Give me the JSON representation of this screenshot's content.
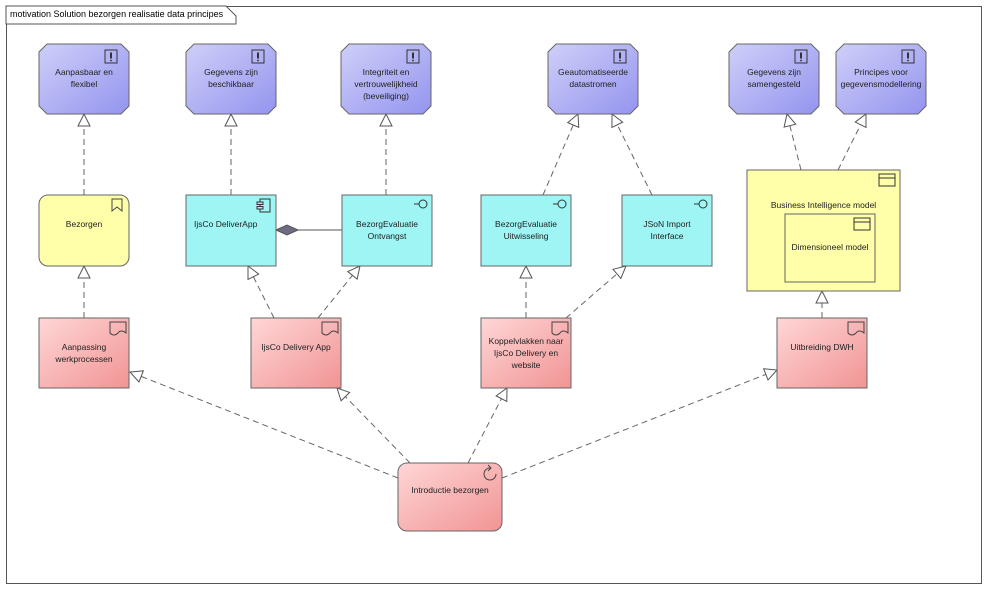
{
  "diagram": {
    "title": "motivation Solution bezorgen realisatie data principes"
  },
  "colors": {
    "principle_fill_start": "#c8c8f8",
    "principle_fill_end": "#9a9af0",
    "work_package_fill_start": "#ffcccc",
    "work_package_fill_end": "#f29a9a",
    "app_fill": "#9ff4f4",
    "goal_fill": "#ffffaa",
    "line": "#555555"
  },
  "principles": {
    "aanpasbaar": "Aanpasbaar en\nflexibel",
    "gegevens_beschikbaar": "Gegevens zijn\nbeschikbaar",
    "integriteit": "Integriteit en\nvertrouwelijkheid\n(beveiliging)",
    "geautomatiseerde": "Geautomatiseerde\ndatastromen",
    "gegevens_samengesteld": "Gegevens zijn\nsamengesteld",
    "principes_modellering": "Principes voor\ngegevensmodellering"
  },
  "elements": {
    "bezorgen": "Bezorgen",
    "ijsco_deliverapp": "IjsCo DeliverApp",
    "bezorg_ontvangst": "BezorgEvaluatie\nOntvangst",
    "bezorg_uitwisseling": "BezorgEvaluatie\nUitwisseling",
    "json_import": "JSoN Import\nInterface",
    "bi_model": "Business Intelligence model",
    "dimensioneel_model": "Dimensioneel model",
    "aanpassing_werkprocessen": "Aanpassing\nwerkprocessen",
    "ijsco_delivery_app": "IjsCo Delivery App",
    "koppelvlakken": "Koppelvlakken naar\nIjsCo Delivery en\nwebsite",
    "uitbreiding_dwh": "Uitbreiding DWH",
    "introductie_bezorgen": "Introductie bezorgen"
  }
}
